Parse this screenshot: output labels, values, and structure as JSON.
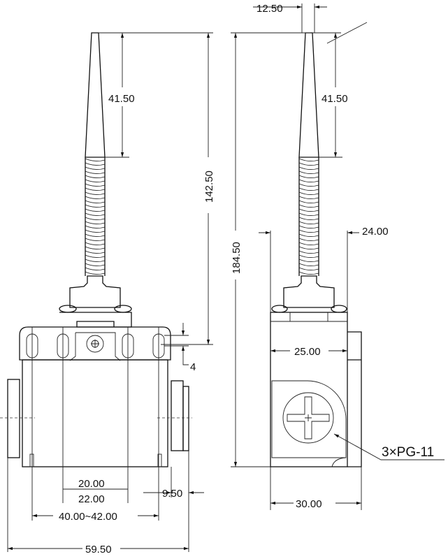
{
  "title": "Limit switch with spring rod actuator - dimensions",
  "dimensions": {
    "top_width": "12.50",
    "rod_length_left": "41.50",
    "rod_length_right": "41.50",
    "actuator_height": "142.50",
    "total_height": "184.50",
    "slot_offset": "4",
    "head_width": "24.00",
    "body_depth_inner": "25.00",
    "body_depth": "30.00",
    "hole_spacing_a": "20.00",
    "hole_spacing_b": "22.00",
    "gland_offset": "9.50",
    "mount_spacing": "40.00~42.00",
    "overall_width": "59.50"
  },
  "callout": "3×PG-11",
  "colors": {
    "line": "#111111",
    "background": "#ffffff"
  }
}
